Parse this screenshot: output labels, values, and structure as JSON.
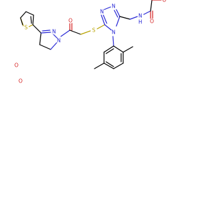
{
  "colors": {
    "bond": "#000000",
    "nitrogen": "#2b2bd6",
    "oxygen": "#d42020",
    "sulfur": "#b8a200"
  },
  "atoms": {
    "thiophene_s": "S",
    "pyrazoline_n1": "N",
    "pyrazoline_n2": "N",
    "carbonyl_o1": "O",
    "thioether_s": "S",
    "triazole_n1": "N",
    "triazole_n2": "N",
    "triazole_n4": "N",
    "amide_nh": "N",
    "amide_h": "H",
    "carbonyl_o2": "O",
    "ether_o": "O",
    "methoxy_o1": "O",
    "methoxy_o2": "O"
  }
}
